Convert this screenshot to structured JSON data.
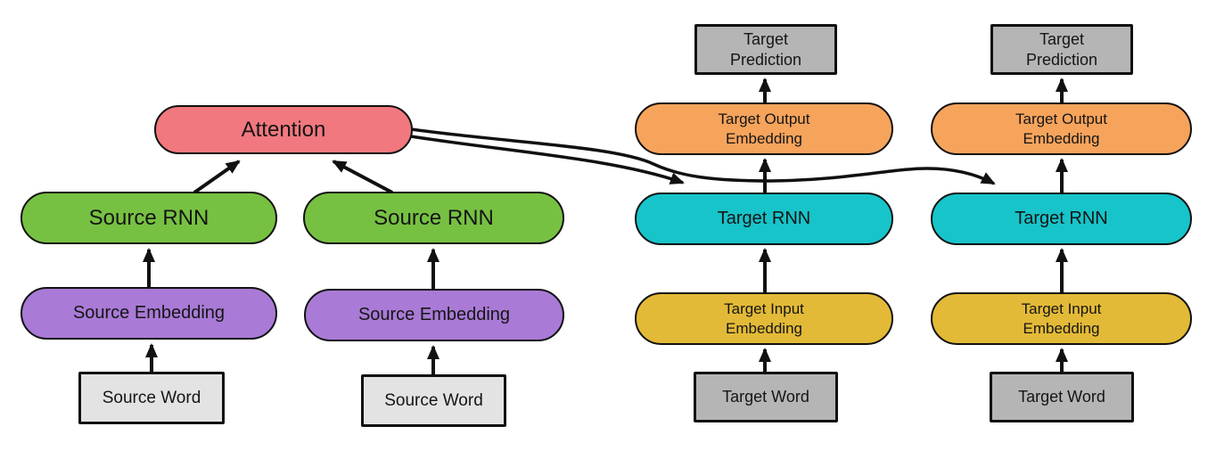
{
  "diagram": {
    "nodes": {
      "attention": {
        "label": "Attention"
      },
      "source_rnn": {
        "label": "Source RNN"
      },
      "source_embedding": {
        "label": "Source Embedding"
      },
      "source_word": {
        "label": "Source Word"
      },
      "target_prediction": {
        "line1": "Target",
        "line2": "Prediction"
      },
      "target_output_embedding": {
        "line1": "Target Output",
        "line2": "Embedding"
      },
      "target_rnn": {
        "label": "Target RNN"
      },
      "target_input_embedding": {
        "line1": "Target Input",
        "line2": "Embedding"
      },
      "target_word": {
        "label": "Target Word"
      }
    },
    "colors": {
      "attention": "#F1787F",
      "source_rnn": "#77C142",
      "source_embedding": "#A97AD6",
      "target_output_embedding": "#F6A45C",
      "target_rnn": "#17C4C9",
      "target_input_embedding": "#E3BA37",
      "word_box_dark": "#B5B5B5",
      "word_box_light": "#E3E3E3",
      "outline": "#111111",
      "background": "#FFFFFF"
    }
  }
}
